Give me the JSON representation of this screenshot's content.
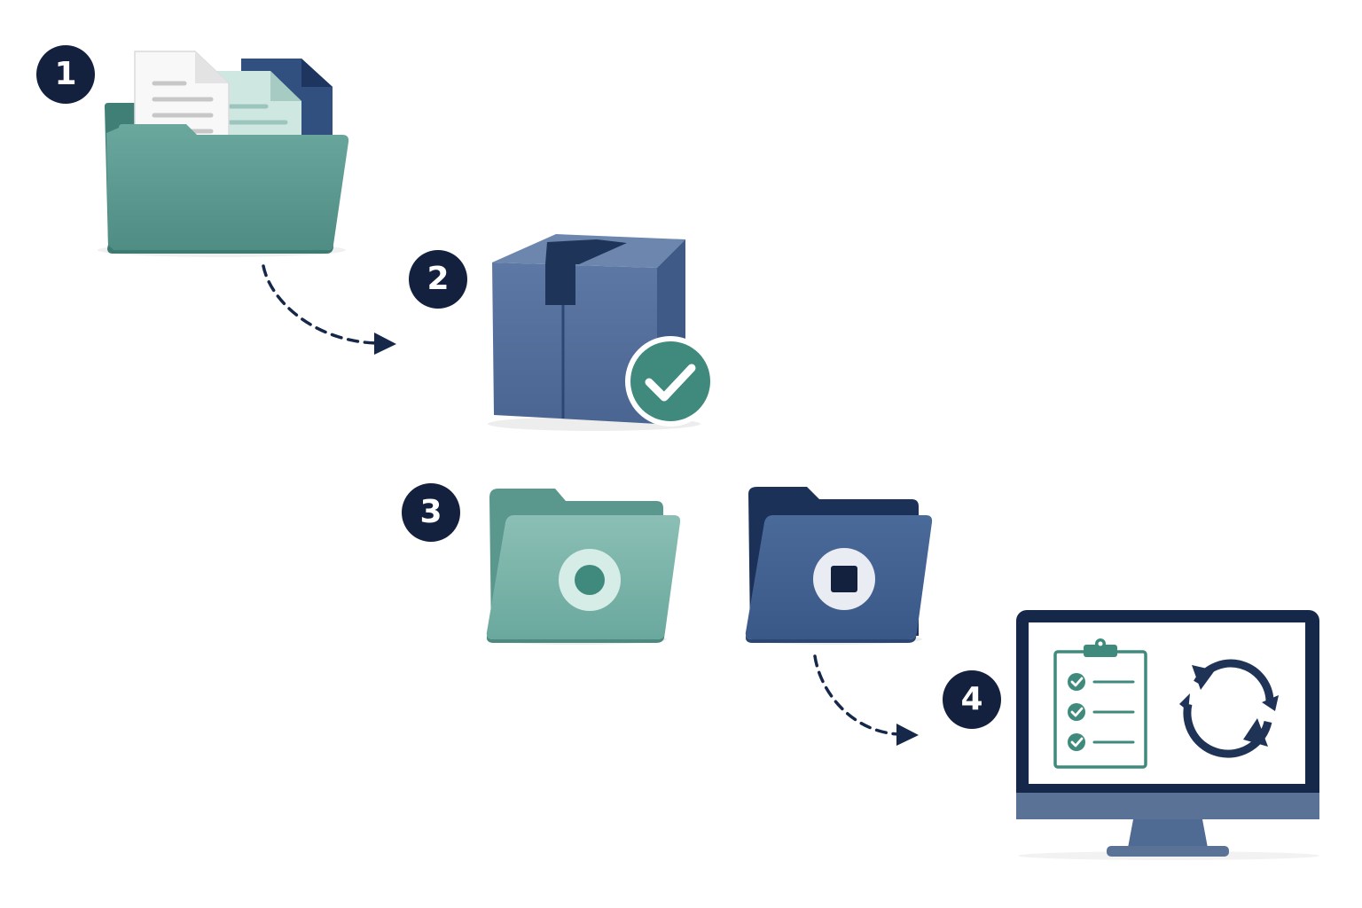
{
  "steps": [
    {
      "number": "1",
      "icon": "folder-with-documents-icon"
    },
    {
      "number": "2",
      "icon": "package-checked-icon"
    },
    {
      "number": "3",
      "icon": "record-and-stop-folders-icon"
    },
    {
      "number": "4",
      "icon": "monitor-checklist-sync-icon"
    }
  ],
  "connectors": [
    "dashed-arrow-1-to-2",
    "dashed-arrow-3-to-4"
  ],
  "colors": {
    "navy": "#16284a",
    "badge": "#13213f",
    "teal": "#5f9e94",
    "teal_light": "#86bcb2",
    "teal_dark": "#3f7f76",
    "steel_blue": "#3f5e8e",
    "slate": "#5a7296",
    "box_blue": "#55719f"
  }
}
